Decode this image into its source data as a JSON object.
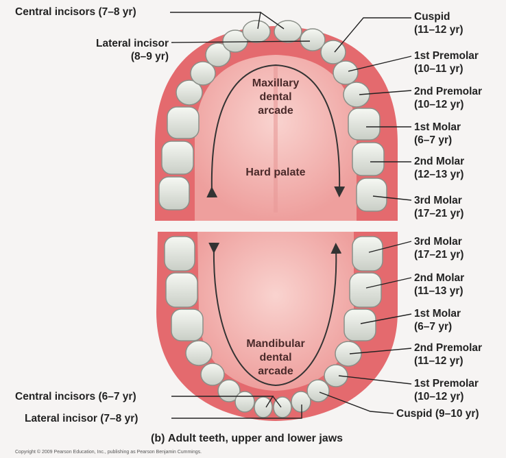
{
  "upper_labels_left": {
    "central_incisors": "Central incisors (7–8 yr)",
    "lateral_incisor": [
      "Lateral incisor",
      "(8–9 yr)"
    ]
  },
  "upper_labels_right": [
    [
      "Cuspid",
      "(11–12 yr)"
    ],
    [
      "1st Premolar",
      "(10–11 yr)"
    ],
    [
      "2nd Premolar",
      "(10–12 yr)"
    ],
    [
      "1st Molar",
      "(6–7 yr)"
    ],
    [
      "2nd Molar",
      "(12–13 yr)"
    ],
    [
      "3rd Molar",
      "(17–21 yr)"
    ]
  ],
  "lower_labels_right": [
    [
      "3rd Molar",
      "(17–21 yr)"
    ],
    [
      "2nd Molar",
      "(11–13 yr)"
    ],
    [
      "1st Molar",
      "(6–7 yr)"
    ],
    [
      "2nd Premolar",
      "(11–12 yr)"
    ],
    [
      "1st Premolar",
      "(10–12 yr)"
    ],
    [
      "Cuspid (9–10 yr)"
    ]
  ],
  "lower_labels_left": {
    "central_incisors": "Central incisors (6–7 yr)",
    "lateral_incisor": "Lateral incisor (7–8 yr)"
  },
  "inner_labels": {
    "maxillary": [
      "Maxillary",
      "dental",
      "arcade"
    ],
    "hard_palate": "Hard palate",
    "mandibular": [
      "Mandibular",
      "dental",
      "arcade"
    ]
  },
  "caption": {
    "part": "(b)",
    "text": "Adult teeth, upper and lower jaws"
  },
  "copyright": "Copyright © 2009 Pearson Education, Inc., publishing as Pearson Benjamin Cummings.",
  "colors": {
    "gum": "#e46a6e",
    "palate": "#f4b7b4",
    "tooth": "#e9ece6",
    "tooth_outline": "#8a8f88",
    "leader": "#222222"
  }
}
